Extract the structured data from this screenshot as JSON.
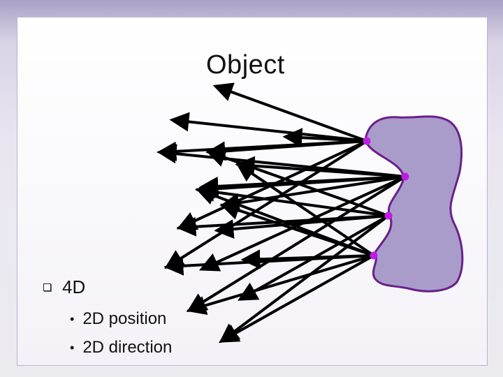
{
  "title": "Object",
  "bullets": {
    "main": "4D",
    "subs": [
      "2D position",
      "2D direction"
    ]
  },
  "colors": {
    "object_fill": "#a99ccb",
    "object_outline": "#6b1f8a",
    "point_fill": "#c21be6",
    "ray": "#000000"
  },
  "icons": {
    "bullet_main": "hollow-square-bullet",
    "bullet_sub": "round-dot-bullet"
  }
}
